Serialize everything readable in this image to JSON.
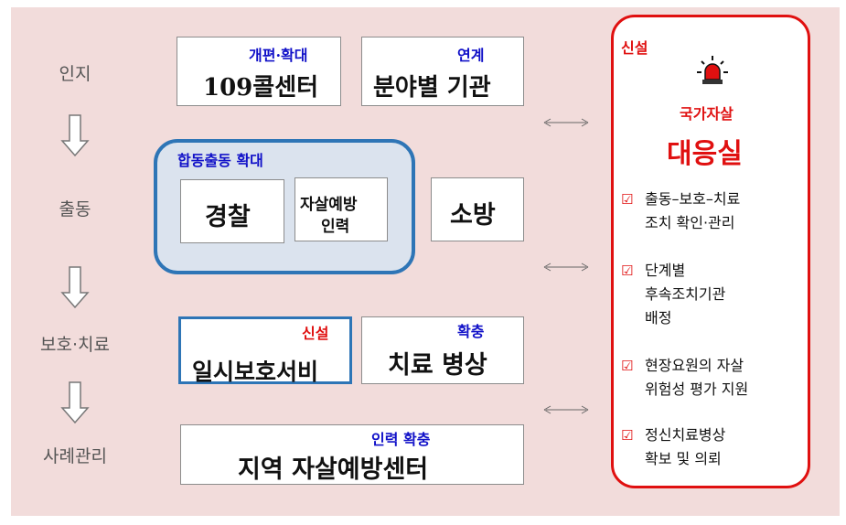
{
  "stages": [
    "인지",
    "출동",
    "보호·치료",
    "사례관리"
  ],
  "boxes": {
    "call_center": {
      "tag": "개편·확대",
      "label": "109콜센터"
    },
    "agencies": {
      "tag": "연계",
      "label": "분야별 기관"
    },
    "joint_dispatch": {
      "tag": "합동출동 확대"
    },
    "police": {
      "label": "경찰"
    },
    "prevention_staff": {
      "label_line1": "자살예방",
      "label_line2": "인력"
    },
    "fire": {
      "label": "소방"
    },
    "temp_protection": {
      "tag": "신설",
      "label": "일시보호서비"
    },
    "treatment_beds": {
      "tag": "확충",
      "label": "치료 병상"
    },
    "regional_center": {
      "tag": "인력 확충",
      "label": "지역 자살예방센터"
    }
  },
  "center": {
    "tag": "신설",
    "icon": "siren-icon",
    "subtitle": "국가자살",
    "title": "대응실",
    "checkbox_glyph": "☑",
    "items": [
      {
        "line1": "출동–보호–치료",
        "line2": "조치 확인·관리"
      },
      {
        "line1": "단계별",
        "line2": "후속조치기관",
        "line3": "배정"
      },
      {
        "line1": "현장요원의 자살",
        "line2": "위험성 평가 지원"
      },
      {
        "line1": "정신치료병상",
        "line2": "확보 및 의뢰"
      }
    ]
  },
  "colors": {
    "accent_blue": "#1010c8",
    "accent_red": "#e01010",
    "group_border": "#2e75b6",
    "panel_bg": "#f2dcdb"
  }
}
